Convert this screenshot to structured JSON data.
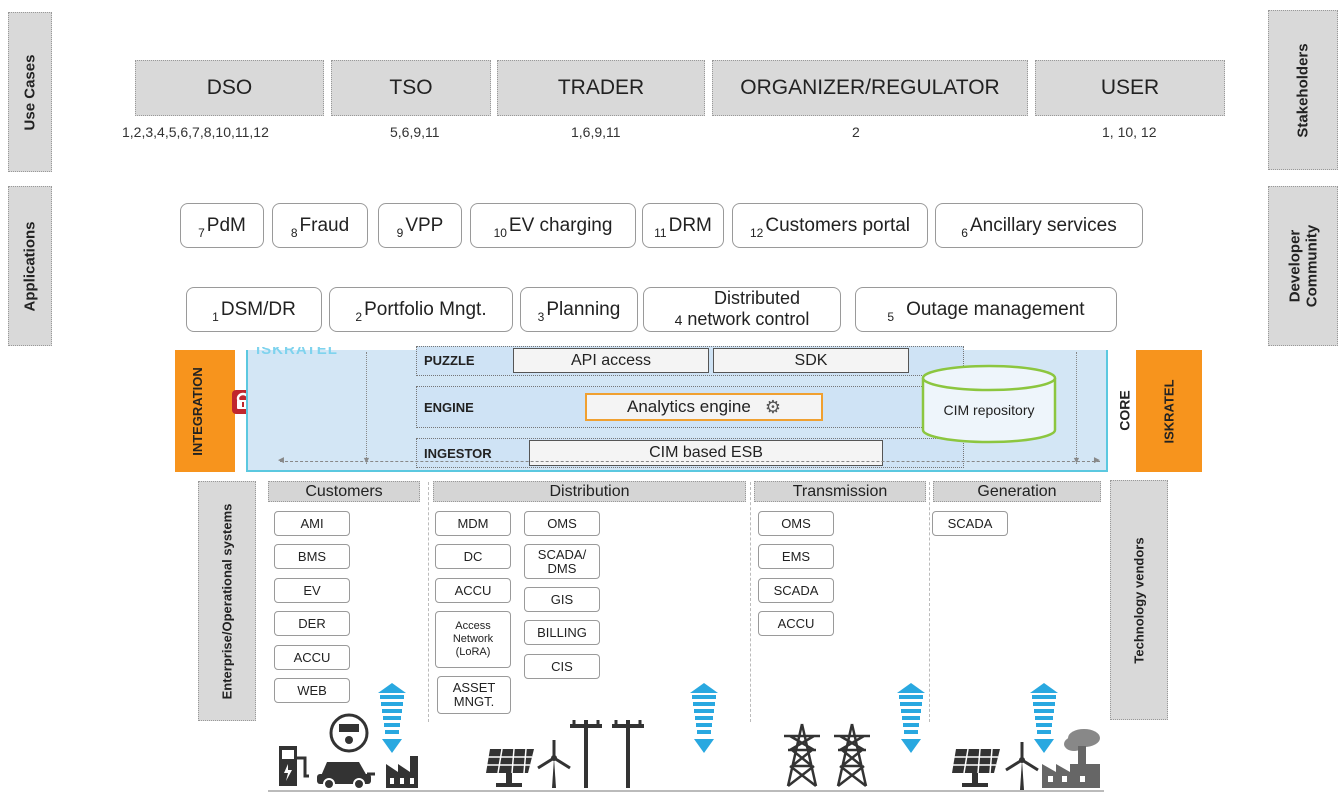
{
  "side": {
    "use_cases": "Use Cases",
    "applications": "Applications",
    "stakeholders": "Stakeholders",
    "developer_community_1": "Developer",
    "developer_community_2": "Community",
    "integration": "INTEGRATION",
    "iskratel": "ISKRATEL",
    "core": "CORE",
    "enterprise_systems": "Enterprise/Operational systems",
    "technology_vendors": "Technology vendors"
  },
  "use_cases": [
    {
      "label": "DSO",
      "numbers": "1,2,3,4,5,6,7,8,10,11,12"
    },
    {
      "label": "TSO",
      "numbers": "5,6,9,11"
    },
    {
      "label": "TRADER",
      "numbers": "1,6,9,11"
    },
    {
      "label": "ORGANIZER/REGULATOR",
      "numbers": "2"
    },
    {
      "label": "USER",
      "numbers": "1, 10, 12"
    }
  ],
  "apps_row1": [
    {
      "num": "7",
      "label": "PdM"
    },
    {
      "num": "8",
      "label": "Fraud"
    },
    {
      "num": "9",
      "label": "VPP"
    },
    {
      "num": "10",
      "label": "EV charging"
    },
    {
      "num": "11",
      "label": "DRM"
    },
    {
      "num": "12",
      "label": "Customers portal"
    },
    {
      "num": "6",
      "label": "Ancillary services"
    }
  ],
  "apps_row2": [
    {
      "num": "1",
      "label": "DSM/DR"
    },
    {
      "num": "2",
      "label": "Portfolio Mngt."
    },
    {
      "num": "3",
      "label": "Planning"
    },
    {
      "num": "4",
      "label_1": "Distributed",
      "label_2": "network control"
    },
    {
      "num": "5",
      "label": "Outage management"
    }
  ],
  "platform": {
    "logo": "ISKRATEL",
    "puzzle": "PUZZLE",
    "api_access": "API access",
    "sdk": "SDK",
    "engine": "ENGINE",
    "analytics_engine": "Analytics engine",
    "ingestor": "INGESTOR",
    "cim_esb": "CIM based ESB",
    "cim_repository": "CIM repository"
  },
  "categories": {
    "customers": "Customers",
    "distribution": "Distribution",
    "transmission": "Transmission",
    "generation": "Generation"
  },
  "customers_systems": [
    "AMI",
    "BMS",
    "EV",
    "DER",
    "ACCU",
    "WEB"
  ],
  "distribution_col1": [
    "MDM",
    "DC",
    "ACCU"
  ],
  "distribution_access": [
    "Access",
    "Network",
    "(LoRA)"
  ],
  "distribution_asset": [
    "ASSET",
    "MNGT."
  ],
  "distribution_col2": [
    "OMS",
    "SCADA/",
    "DMS",
    "GIS",
    "BILLING",
    "CIS"
  ],
  "transmission_systems": [
    "OMS",
    "EMS",
    "SCADA",
    "ACCU"
  ],
  "generation_systems": [
    "SCADA"
  ],
  "colors": {
    "grey": "#d9d9d9",
    "orange": "#f7941d",
    "platform_blue": "#d3e6f5",
    "platform_border": "#5bc8e0",
    "engine_orange": "#f0a030",
    "cim_green": "#8cc63f",
    "arrow_blue": "#29a8e0",
    "lock_red": "#c0272d"
  }
}
